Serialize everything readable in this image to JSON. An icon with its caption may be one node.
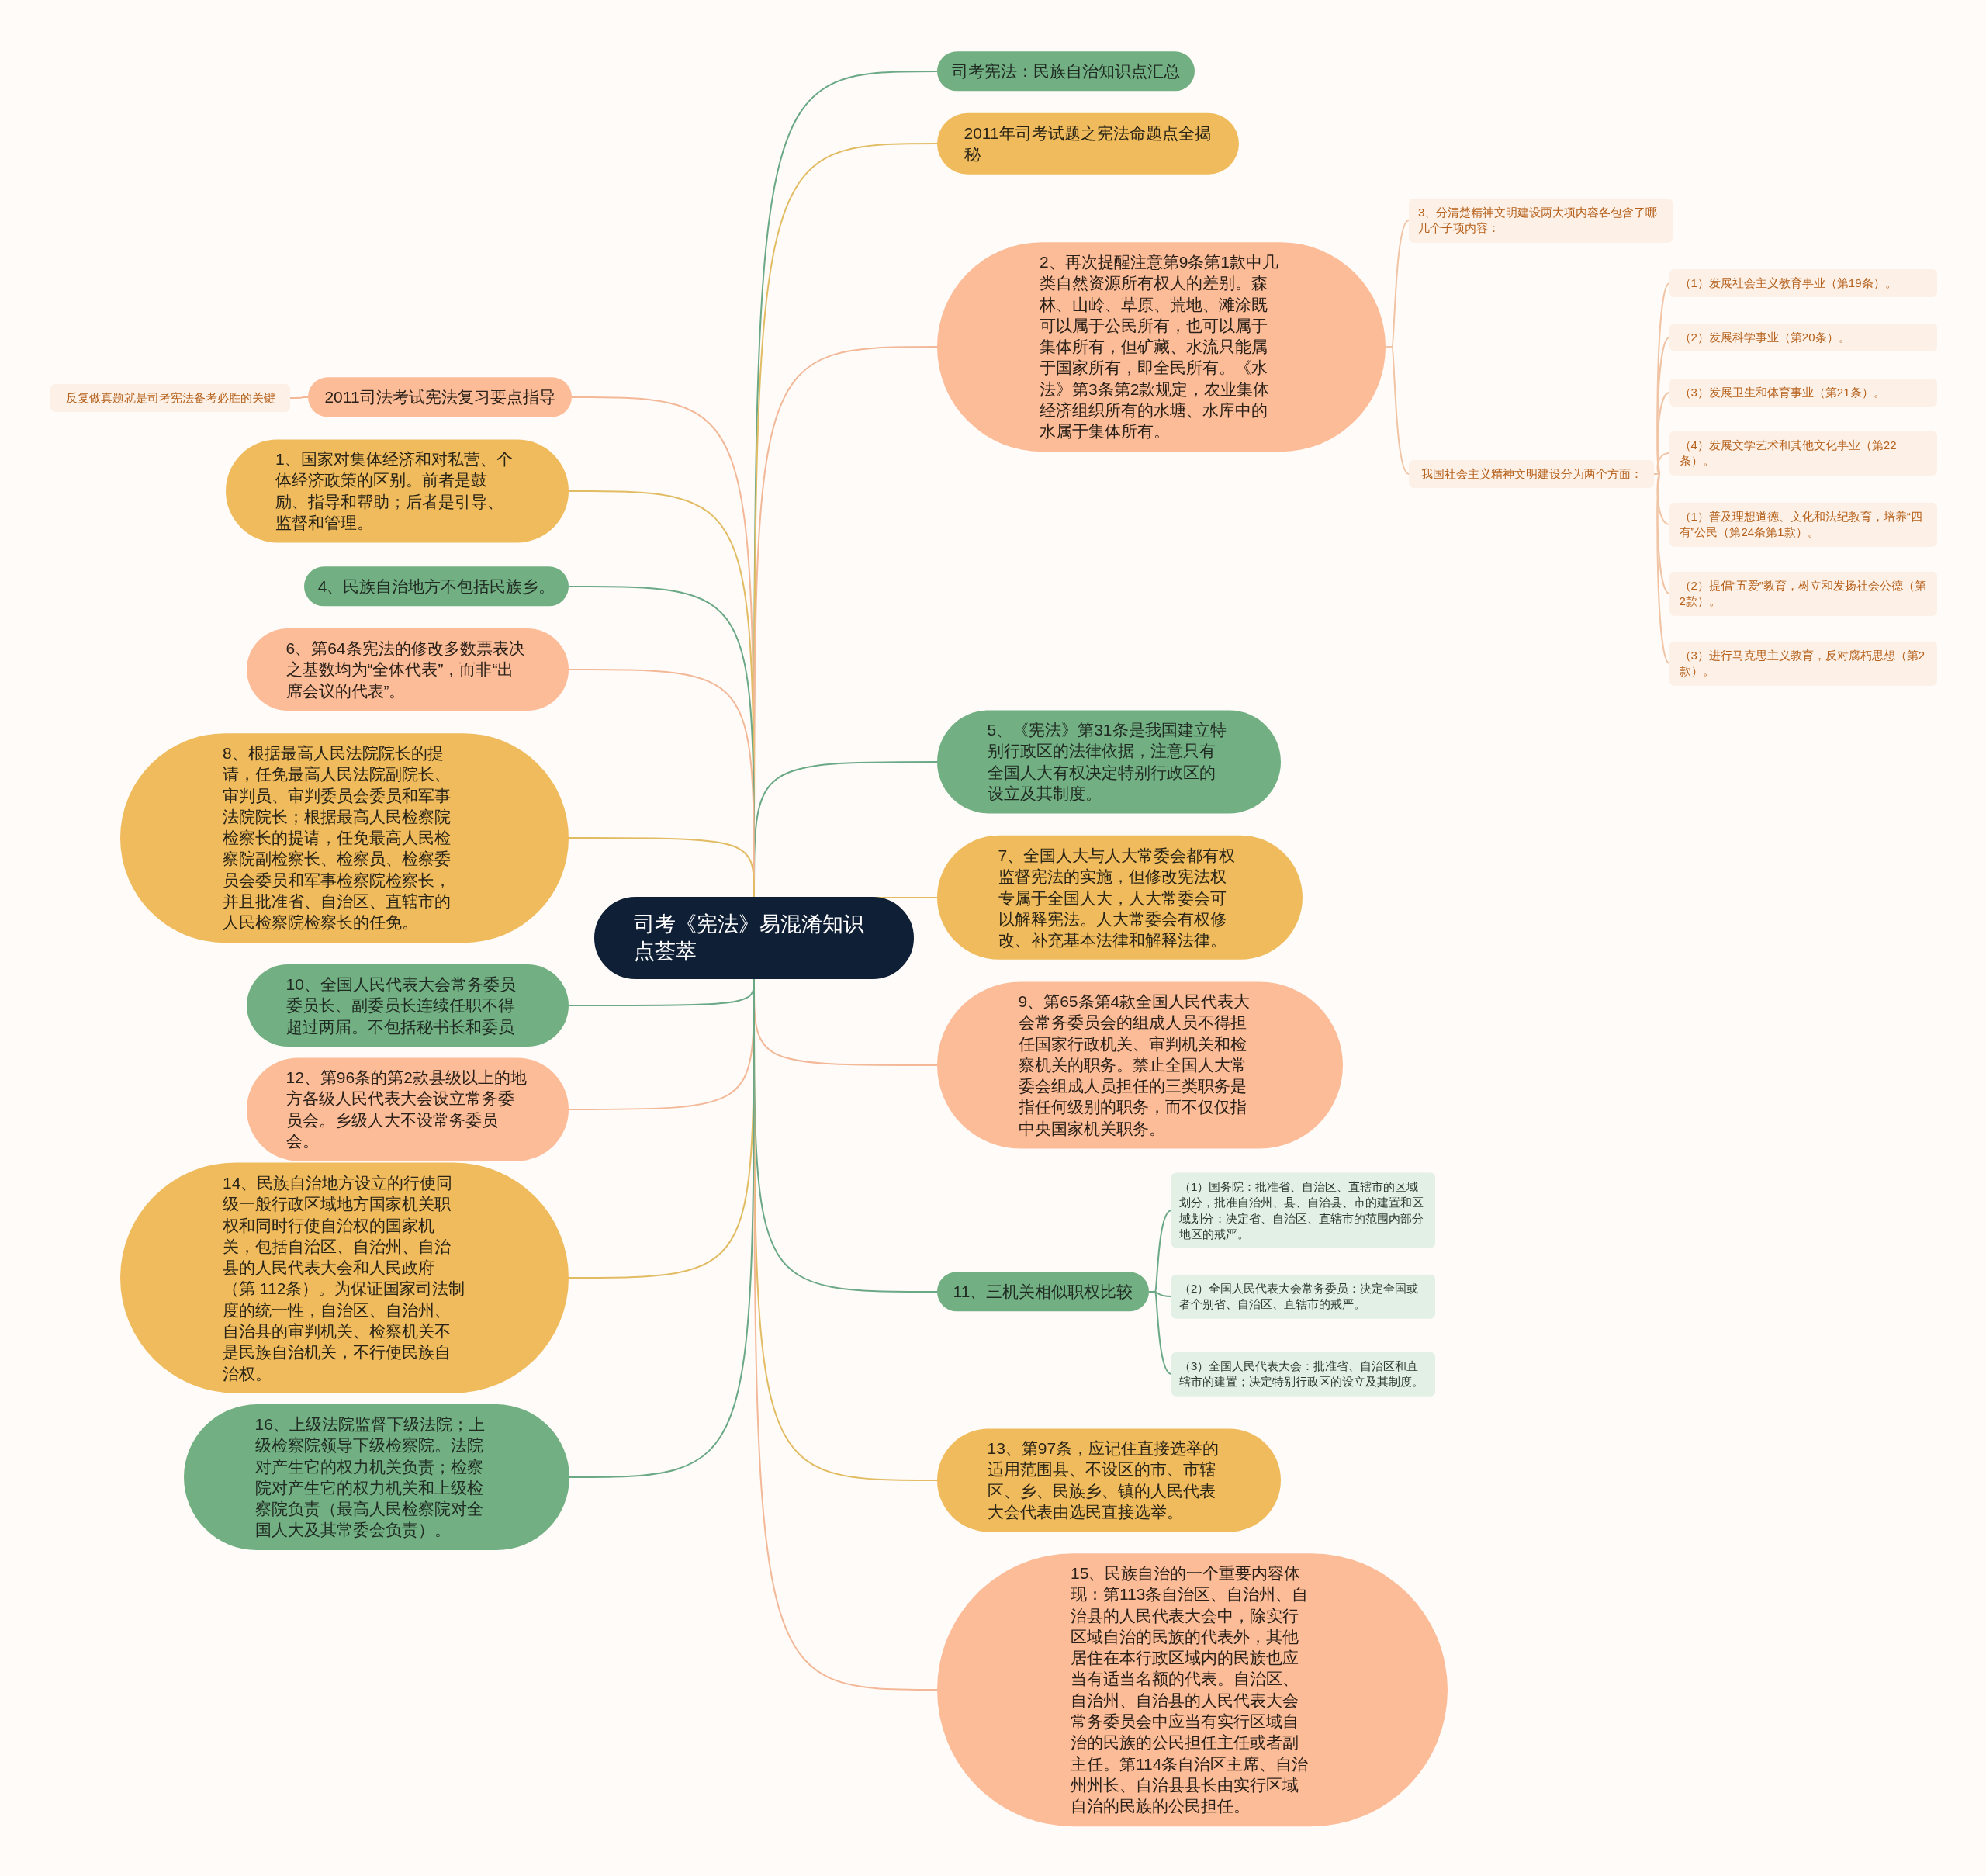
{
  "diagram": {
    "nodes": [
      {
        "text": [
          "司考《宪法》易混淆知识点荟萃"
        ]
      },
      {
        "text": [
          "司考宪法：民族自治知识点汇总"
        ]
      },
      {
        "text": [
          "2011年司考试题之宪法命题点全揭秘"
        ]
      },
      {
        "text": [
          "2、再次提醒注意第9条第1款中几类自然资源所有权人的差别。森林、山岭、草原、荒地、滩涂既可以属于公民所有，也可以属于集体所有，但矿藏、水流只能属于国家所有，即全民所有。《水法》第3条第2款规定，农业集体经济组织所有的水塘、水库中的水属于集体所有。"
        ]
      },
      {
        "text": [
          "3、分清楚精神文明建设两大项内容各包含了哪几个子项内容："
        ]
      },
      {
        "text": [
          "我国社会主义精神文明建设分为两个方面："
        ]
      },
      {
        "text": [
          "（1）发展社会主义教育事业（第19条）。"
        ]
      },
      {
        "text": [
          "（2）发展科学事业（第20条）。"
        ]
      },
      {
        "text": [
          "（3）发展卫生和体育事业（第21条）。"
        ]
      },
      {
        "text": [
          "（4）发展文学艺术和其他文化事业（第22条）。"
        ]
      },
      {
        "text": [
          "（1）普及理想道德、文化和法纪教育，培养“四有”公民（第24条第1款）。"
        ]
      },
      {
        "text": [
          "（2）提倡“五爱”教育，树立和发扬社会公德（第2款）。"
        ]
      },
      {
        "text": [
          "（3）进行马克思主义教育，反对腐朽思想（第2款）。"
        ]
      },
      {
        "text": [
          "5、《宪法》第31条是我国建立特别行政区的法律依据，注意只有全国人大有权决定特别行政区的设立及其制度。"
        ]
      },
      {
        "text": [
          "7、全国人大与人大常委会都有权监督宪法的实施，但修改宪法权专属于全国人大，人大常委会可以解释宪法。人大常委会有权修改、补充基本法律和解释法律。"
        ]
      },
      {
        "text": [
          "9、第65条第4款全国人民代表大会常务委员会的组成人员不得担任国家行政机关、审判机关和检察机关的职务。禁止全国人大常委会组成人员担任的三类职务是指任何级别的职务，而不仅仅指中央国家机关职务。"
        ]
      },
      {
        "text": [
          "11、三机关相似职权比较"
        ]
      },
      {
        "text": [
          "（1）国务院：批准省、自治区、直辖市的区域划分，批准自治州、县、自治县、市的建置和区域划分；决定省、自治区、直辖市的范围内部分地区的戒严。"
        ]
      },
      {
        "text": [
          "（2）全国人民代表大会常务委员：决定全国或者个别省、自治区、直辖市的戒严。"
        ]
      },
      {
        "text": [
          "（3）全国人民代表大会：批准省、自治区和直辖市的建置；决定特别行政区的设立及其制度。"
        ]
      },
      {
        "text": [
          "13、第97条，应记住直接选举的适用范围县、不设区的市、市辖区、乡、民族乡、镇的人民代表大会代表由选民直接选举。"
        ]
      },
      {
        "text": [
          "15、民族自治的一个重要内容体现：第113条自治区、自治州、自治县的人民代表大会中，除实行区域自治的民族的代表外，其他居住在本行政区域内的民族也应当有适当名额的代表。自治区、自治州、自治县的人民代表大会常务委员会中应当有实行区域自治的民族的公民担任主任或者副主任。第114条自治区主席、自治州州长、自治县县长由实行区域自治的民族的公民担任。"
        ]
      },
      {
        "text": [
          "2011司法考试宪法复习要点指导"
        ]
      },
      {
        "text": [
          "反复做真题就是司考宪法备考必胜的关键"
        ]
      },
      {
        "text": [
          "1、国家对集体经济和对私营、个体经济政策的区别。前者是鼓励、指导和帮助；后者是引导、监督和管理。"
        ]
      },
      {
        "text": [
          "4、民族自治地方不包括民族乡。"
        ]
      },
      {
        "text": [
          "6、第64条宪法的修改多数票表决之基数均为“全体代表”，而非“出席会议的代表”。"
        ]
      },
      {
        "text": [
          "8、根据最高人民法院院长的提请，任免最高人民法院副院长、审判员、审判委员会委员和军事法院院长；根据最高人民检察院检察长的提请，任免最高人民检察院副检察长、检察员、检察委员会委员和军事检察院检察长，并且批准省、自治区、直辖市的人民检察院检察长的任免。"
        ]
      },
      {
        "text": [
          "10、全国人民代表大会常务委员委员长、副委员长连续任职不得超过两届。不包括秘书长和委员"
        ]
      },
      {
        "text": [
          "12、第96条的第2款县级以上的地方各级人民代表大会设立常务委员会。乡级人大不设常务委员会。"
        ]
      },
      {
        "text": [
          "14、民族自治地方设立的行使同级一般行政区域地方国家机关职权和同时行使自治权的国家机关，包括自治区、自治州、自治县的人民代表大会和人民政府（第 112条）。为保证国家司法制度的统一性，自治区、自治州、自治县的审判机关、检察机关不是民族自治机关，不行使民族自治权。"
        ]
      },
      {
        "text": [
          "16、上级法院监督下级法院；上级检察院领导下级检察院。法院对产生它的权力机关负责；检察院对产生它的权力机关和上级检察院负责（最高人民检察院对全国人大及其常委会负责）。"
        ]
      }
    ],
    "edges": [
      {
        "from": 0,
        "to": 1,
        "arrow": "none",
        "color": "#6aa886"
      },
      {
        "from": 0,
        "to": 2,
        "arrow": "none",
        "color": "#e2bc63"
      },
      {
        "from": 0,
        "to": 3,
        "arrow": "none",
        "color": "#f3b898"
      },
      {
        "from": 3,
        "to": 4,
        "arrow": "none",
        "color": "#f0c4a4"
      },
      {
        "from": 3,
        "to": 5,
        "arrow": "none",
        "color": "#f0c4a4"
      },
      {
        "from": 5,
        "to": 6,
        "arrow": "none",
        "color": "#f0c4a4"
      },
      {
        "from": 5,
        "to": 7,
        "arrow": "none",
        "color": "#f0c4a4"
      },
      {
        "from": 5,
        "to": 8,
        "arrow": "none",
        "color": "#f0c4a4"
      },
      {
        "from": 5,
        "to": 9,
        "arrow": "none",
        "color": "#f0c4a4"
      },
      {
        "from": 5,
        "to": 10,
        "arrow": "none",
        "color": "#f0c4a4"
      },
      {
        "from": 5,
        "to": 11,
        "arrow": "none",
        "color": "#f0c4a4"
      },
      {
        "from": 5,
        "to": 12,
        "arrow": "none",
        "color": "#f0c4a4"
      },
      {
        "from": 0,
        "to": 13,
        "arrow": "none",
        "color": "#6aa886"
      },
      {
        "from": 0,
        "to": 14,
        "arrow": "none",
        "color": "#e2bc63"
      },
      {
        "from": 0,
        "to": 15,
        "arrow": "none",
        "color": "#f3b898"
      },
      {
        "from": 0,
        "to": 16,
        "arrow": "none",
        "color": "#6aa886"
      },
      {
        "from": 16,
        "to": 17,
        "arrow": "none",
        "color": "#6aa886"
      },
      {
        "from": 16,
        "to": 18,
        "arrow": "none",
        "color": "#6aa886"
      },
      {
        "from": 16,
        "to": 19,
        "arrow": "none",
        "color": "#6aa886"
      },
      {
        "from": 0,
        "to": 20,
        "arrow": "none",
        "color": "#e2bc63"
      },
      {
        "from": 0,
        "to": 21,
        "arrow": "none",
        "color": "#f3b898"
      },
      {
        "from": 0,
        "to": 22,
        "arrow": "none",
        "color": "#f3b898"
      },
      {
        "from": 22,
        "to": 23,
        "arrow": "none",
        "color": "#f3b898"
      },
      {
        "from": 0,
        "to": 24,
        "arrow": "none",
        "color": "#e2bc63"
      },
      {
        "from": 0,
        "to": 25,
        "arrow": "none",
        "color": "#6aa886"
      },
      {
        "from": 0,
        "to": 26,
        "arrow": "none",
        "color": "#f3b898"
      },
      {
        "from": 0,
        "to": 27,
        "arrow": "none",
        "color": "#e2bc63"
      },
      {
        "from": 0,
        "to": 28,
        "arrow": "none",
        "color": "#6aa886"
      },
      {
        "from": 0,
        "to": 29,
        "arrow": "none",
        "color": "#f3b898"
      },
      {
        "from": 0,
        "to": 30,
        "arrow": "none",
        "color": "#e2bc63"
      },
      {
        "from": 0,
        "to": 31,
        "arrow": "none",
        "color": "#6aa886"
      }
    ]
  }
}
